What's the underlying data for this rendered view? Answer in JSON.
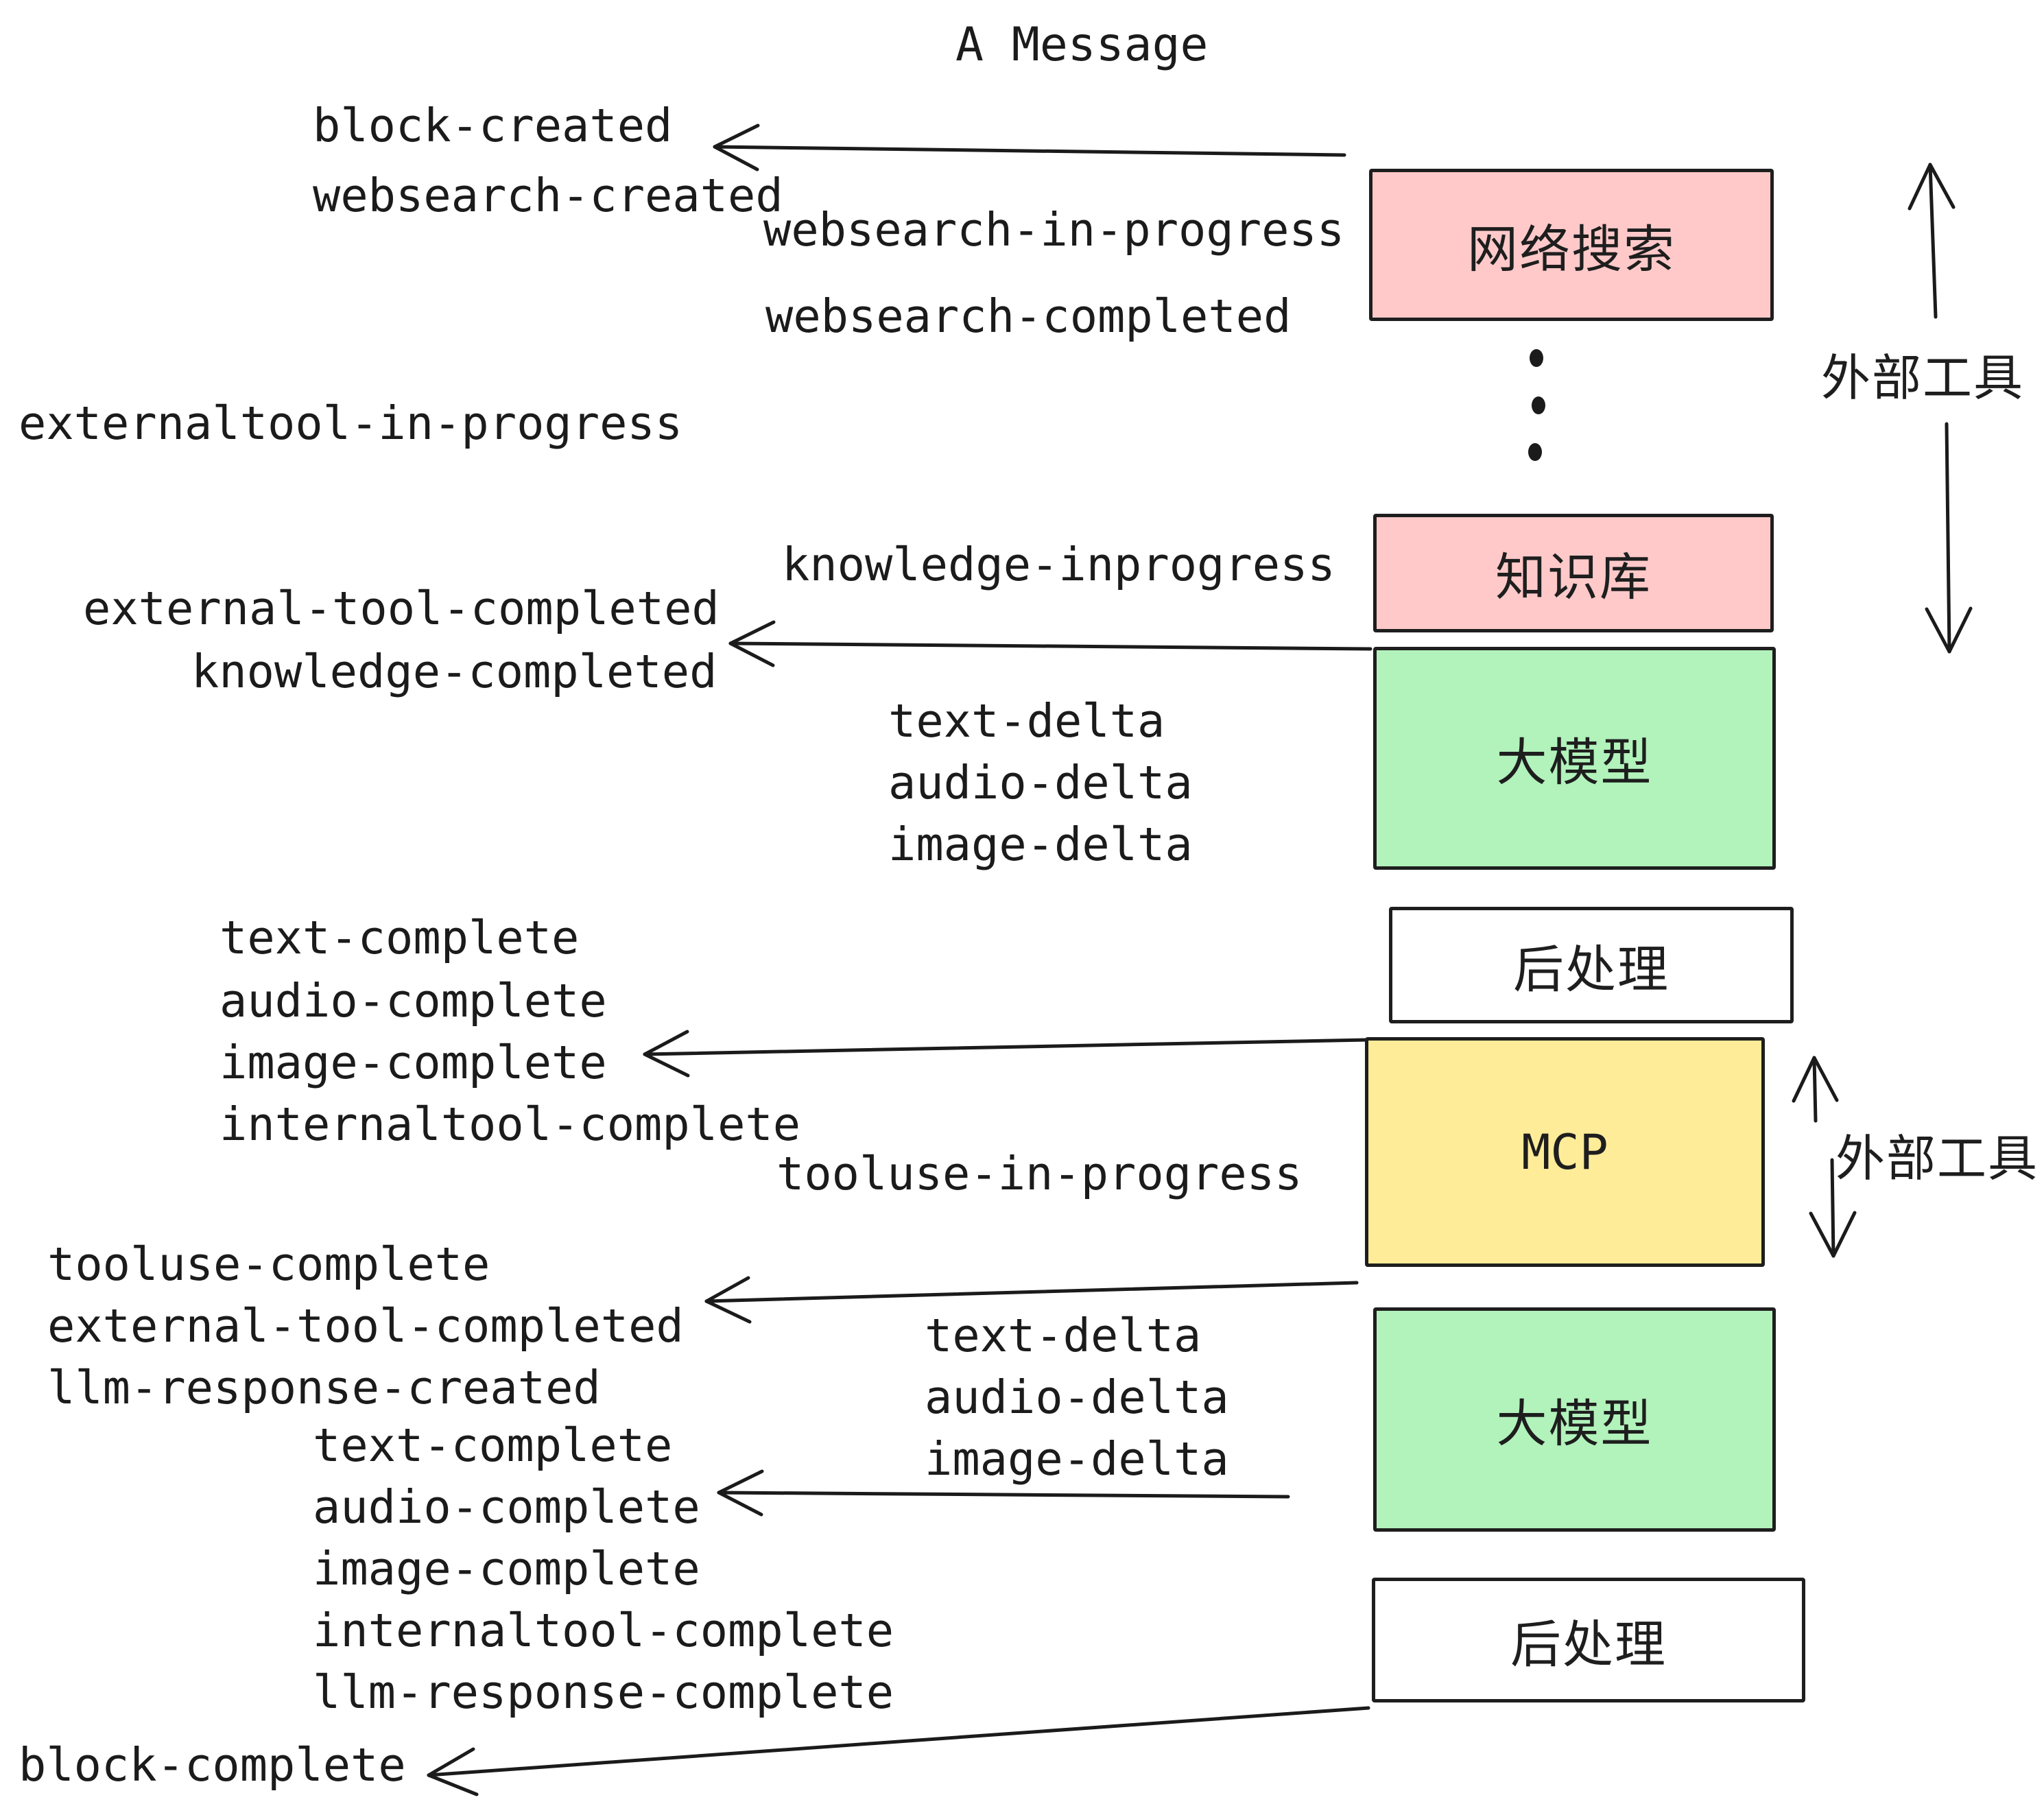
{
  "title": "A Message",
  "colors": {
    "box_pink": "#ffc9c9",
    "box_green": "#b2f2bb",
    "box_yellow": "#ffec99",
    "box_white": "#ffffff",
    "ink": "#1b1b1b"
  },
  "boxes": {
    "websearch": {
      "label": "网络搜索",
      "fill": "#ffc9c9"
    },
    "knowledge": {
      "label": "知识库",
      "fill": "#ffc9c9"
    },
    "llm1": {
      "label": "大模型",
      "fill": "#b2f2bb"
    },
    "post1": {
      "label": "后处理",
      "fill": "#ffffff"
    },
    "mcp": {
      "label": "MCP",
      "fill": "#ffec99"
    },
    "llm2": {
      "label": "大模型",
      "fill": "#b2f2bb"
    },
    "post2": {
      "label": "后处理",
      "fill": "#ffffff"
    }
  },
  "side": {
    "external_tools_top": "外部工具",
    "external_tools_mid": "外部工具"
  },
  "events": {
    "block_created": "block-created",
    "websearch_created": "websearch-created",
    "websearch_in_progress": "websearch-in-progress",
    "websearch_completed": "websearch-completed",
    "externaltool_in_progress": "externaltool-in-progress",
    "knowledge_inprogress": "knowledge-inprogress",
    "external_tool_completed_1": "external-tool-completed",
    "knowledge_completed": "knowledge-completed",
    "text_delta_1": "text-delta",
    "audio_delta_1": "audio-delta",
    "image_delta_1": "image-delta",
    "text_complete_1": "text-complete",
    "audio_complete_1": "audio-complete",
    "image_complete_1": "image-complete",
    "internaltool_complete_1": "internaltool-complete",
    "tooluse_in_progress": "tooluse-in-progress",
    "tooluse_complete": "tooluse-complete",
    "external_tool_completed_2": "external-tool-completed",
    "llm_response_created": "llm-response-created",
    "text_delta_2": "text-delta",
    "audio_delta_2": "audio-delta",
    "image_delta_2": "image-delta",
    "text_complete_2": "text-complete",
    "audio_complete_2": "audio-complete",
    "image_complete_2": "image-complete",
    "internaltool_complete_2": "internaltool-complete",
    "llm_response_complete": "llm-response-complete",
    "block_complete": "block-complete"
  }
}
